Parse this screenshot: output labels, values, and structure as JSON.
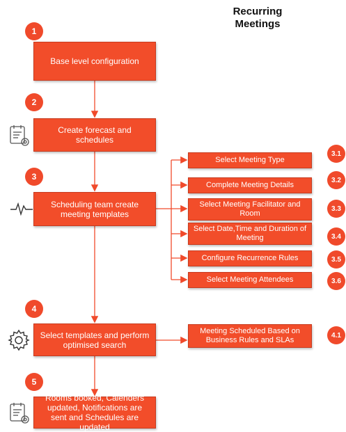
{
  "title": "Recurring\nMeetings",
  "colors": {
    "box": "#f24d2a",
    "badge": "#f04a2b",
    "line": "#f04a2b"
  },
  "steps": [
    {
      "badge": "1",
      "label": "Base level configuration"
    },
    {
      "badge": "2",
      "label": "Create forecast and schedules",
      "icon": "calendar-gear-icon"
    },
    {
      "badge": "3",
      "label": "Scheduling team create meeting templates",
      "icon": "pulse-icon"
    },
    {
      "badge": "4",
      "label": "Select templates and perform optimised search",
      "icon": "gear-icon"
    },
    {
      "badge": "5",
      "label": "Rooms booked, Calenders updated, Notifications are sent and Schedules are updated",
      "icon": "calendar-gear-icon"
    }
  ],
  "substeps3": [
    {
      "badge": "3.1",
      "label": "Select Meeting Type"
    },
    {
      "badge": "3.2",
      "label": "Complete Meeting Details"
    },
    {
      "badge": "3.3",
      "label": "Select Meeting Facilitator and Room"
    },
    {
      "badge": "3.4",
      "label": "Select Date,Time and Duration of Meeting"
    },
    {
      "badge": "3.5",
      "label": "Configure Recurrence Rules"
    },
    {
      "badge": "3.6",
      "label": "Select Meeting Attendees"
    }
  ],
  "substep4": {
    "badge": "4.1",
    "label": "Meeting Scheduled Based on Business Rules and SLAs"
  }
}
